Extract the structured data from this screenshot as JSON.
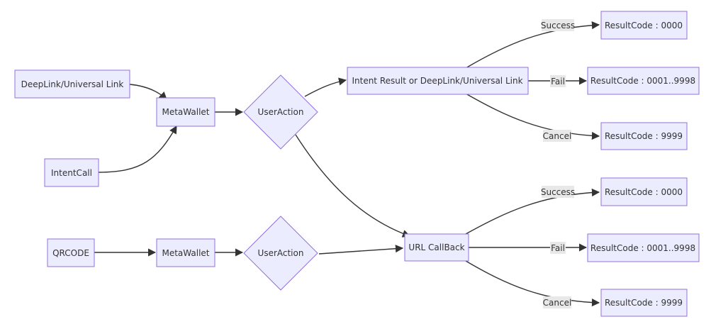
{
  "nodes": {
    "deeplink": "DeepLink/Universal Link",
    "intentcall": "IntentCall",
    "metawallet1": "MetaWallet",
    "useraction1": "UserAction",
    "intent_result": "Intent Result or DeepLink/Universal Link",
    "qrcode": "QRCODE",
    "metawallet2": "MetaWallet",
    "useraction2": "UserAction",
    "url_callback": "URL CallBack",
    "rc_top_success": "ResultCode : 0000",
    "rc_top_fail": "ResultCode : 0001..9998",
    "rc_top_cancel": "ResultCode : 9999",
    "rc_bot_success": "ResultCode : 0000",
    "rc_bot_fail": "ResultCode : 0001..9998",
    "rc_bot_cancel": "ResultCode : 9999"
  },
  "edge_labels": {
    "top_success": "Success",
    "top_fail": "Fail",
    "top_cancel": "Cancel",
    "bot_success": "Success",
    "bot_fail": "Fail",
    "bot_cancel": "Cancel"
  },
  "colors": {
    "node_fill": "#ECECFF",
    "node_stroke": "#9370DB",
    "edge": "#333333",
    "label_bg": "#e8e8e8"
  }
}
